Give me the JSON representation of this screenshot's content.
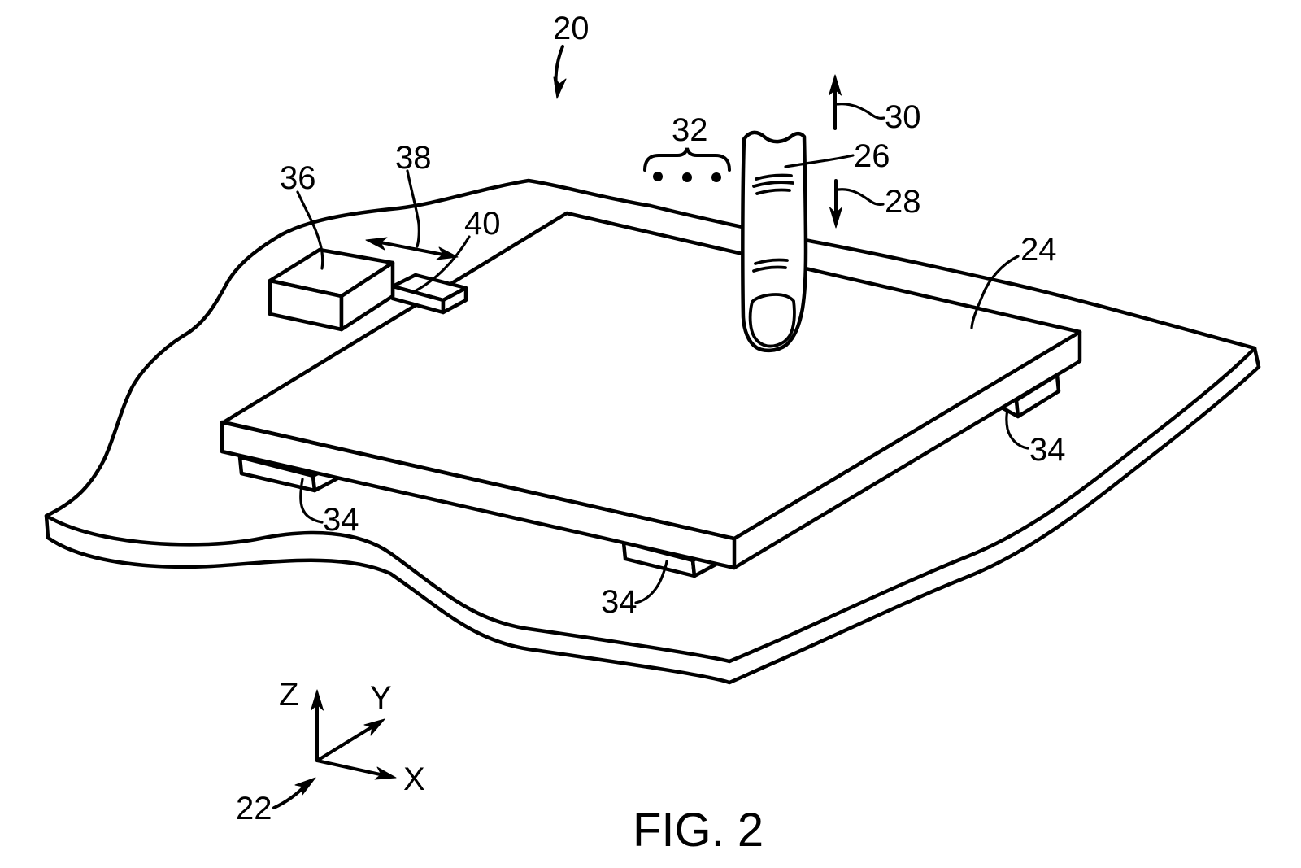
{
  "figure": {
    "caption": "FIG. 2",
    "ref_labels": {
      "device": "20",
      "coordinate_system": "22",
      "touch_surface": "24",
      "finger": "26",
      "move_down": "28",
      "move_up": "30",
      "additional_fingers": "32",
      "support_left": "34",
      "support_front": "34",
      "support_right": "34",
      "sensor_box": "36",
      "lateral_motion": "38",
      "sensor_tab": "40"
    },
    "axes": {
      "x": "X",
      "y": "Y",
      "z": "Z"
    }
  },
  "colors": {
    "ink": "#000000",
    "paper": "#ffffff"
  }
}
